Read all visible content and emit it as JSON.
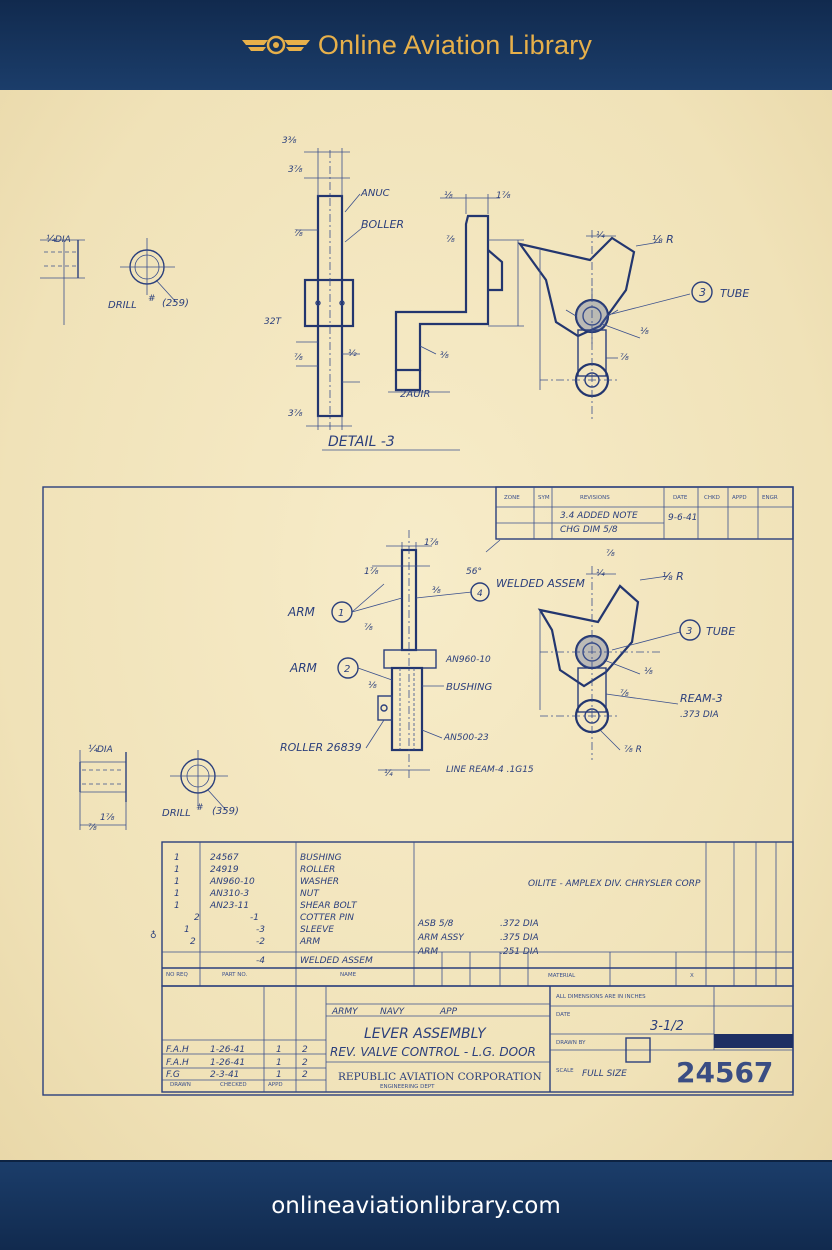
{
  "header": {
    "site_name": "Online Aviation Library",
    "logo_icon": "wings-logo-icon"
  },
  "footer": {
    "url": "onlineaviationlibrary.com"
  },
  "colors": {
    "header_bg": "#16335c",
    "header_text": "#e7b04a",
    "ink": "#2b3f7c",
    "paper": "#f3e7c2"
  },
  "detail3": {
    "title": "DETAIL -3",
    "drill_label": "DRILL",
    "drill_size": "(259)",
    "dia_label": "DIA",
    "callouts": [
      "ANUC",
      "BOLLER",
      "2AUIR",
      "TUBE"
    ],
    "tube_num": "3"
  },
  "assembly": {
    "weld_label": "WELDED ASSEM",
    "arm1": "ARM",
    "arm1_num": "1",
    "arm2": "ARM",
    "arm2_num": "2",
    "tube_label": "TUBE",
    "tube_num": "3",
    "bushing_label": "BUSHING",
    "an_label": "AN500-23",
    "reamer_label": "LINE REAM-4 .1G15",
    "roller_label": "ROLLER 26839",
    "ream3": "REAM-3",
    "ream3_dia": ".373 DIA",
    "drill_label": "DRILL",
    "drill_size": "(359)",
    "dia_label": "DIA"
  },
  "parts_list": {
    "rows": [
      {
        "qty": "1",
        "part": "24567",
        "name": "BUSHING"
      },
      {
        "qty": "1",
        "part": "24919",
        "name": "ROLLER"
      },
      {
        "qty": "1",
        "part": "AN960-10",
        "name": "WASHER"
      },
      {
        "qty": "1",
        "part": "AN310-3",
        "name": "NUT"
      },
      {
        "qty": "1",
        "part": "AN23-11",
        "name": "SHEAR BOLT"
      },
      {
        "qty": "2",
        "part": "-1",
        "name": "COTTER PIN"
      },
      {
        "qty": "1",
        "part": "-3",
        "name": "SLEEVE"
      },
      {
        "qty": "2",
        "part": "-2",
        "name": "ARM"
      },
      {
        "qty": "",
        "part": "-4",
        "name": "WELDED ASSEM"
      }
    ],
    "material_note": "OILITE - AMPLEX DIV. CHRYSLER CORP",
    "material_header": "MATERIAL"
  },
  "title_block": {
    "title_line1": "LEVER ASSEMBLY",
    "title_line2": "REV. VALVE CONTROL - L.G. DOOR",
    "company": "REPUBLIC AVIATION CORPORATION",
    "scale": "FULL SIZE",
    "drawing_number": "24567",
    "scale_frac": "3-1/2"
  }
}
